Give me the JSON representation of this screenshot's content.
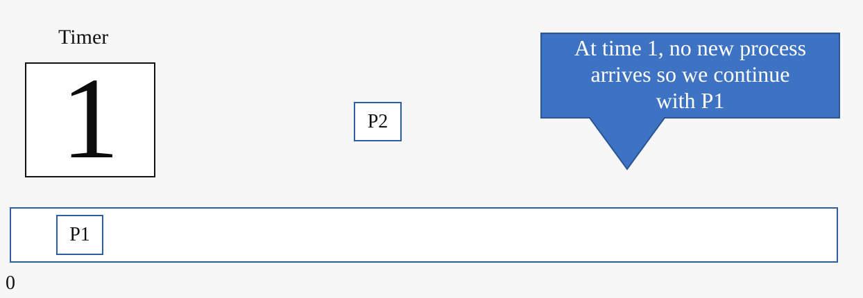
{
  "timer": {
    "label": "Timer",
    "value": "1"
  },
  "processes": {
    "waiting": "P2",
    "running": "P1"
  },
  "timeline": {
    "start_label": "0"
  },
  "callout": {
    "lines": [
      "At time 1, no new process",
      "arrives so we continue",
      "with P1"
    ]
  },
  "colors": {
    "box_border": "#2c5ea8",
    "callout_fill": "#3d73c2",
    "callout_border": "#2a5596",
    "background": "#f7f7f7"
  }
}
